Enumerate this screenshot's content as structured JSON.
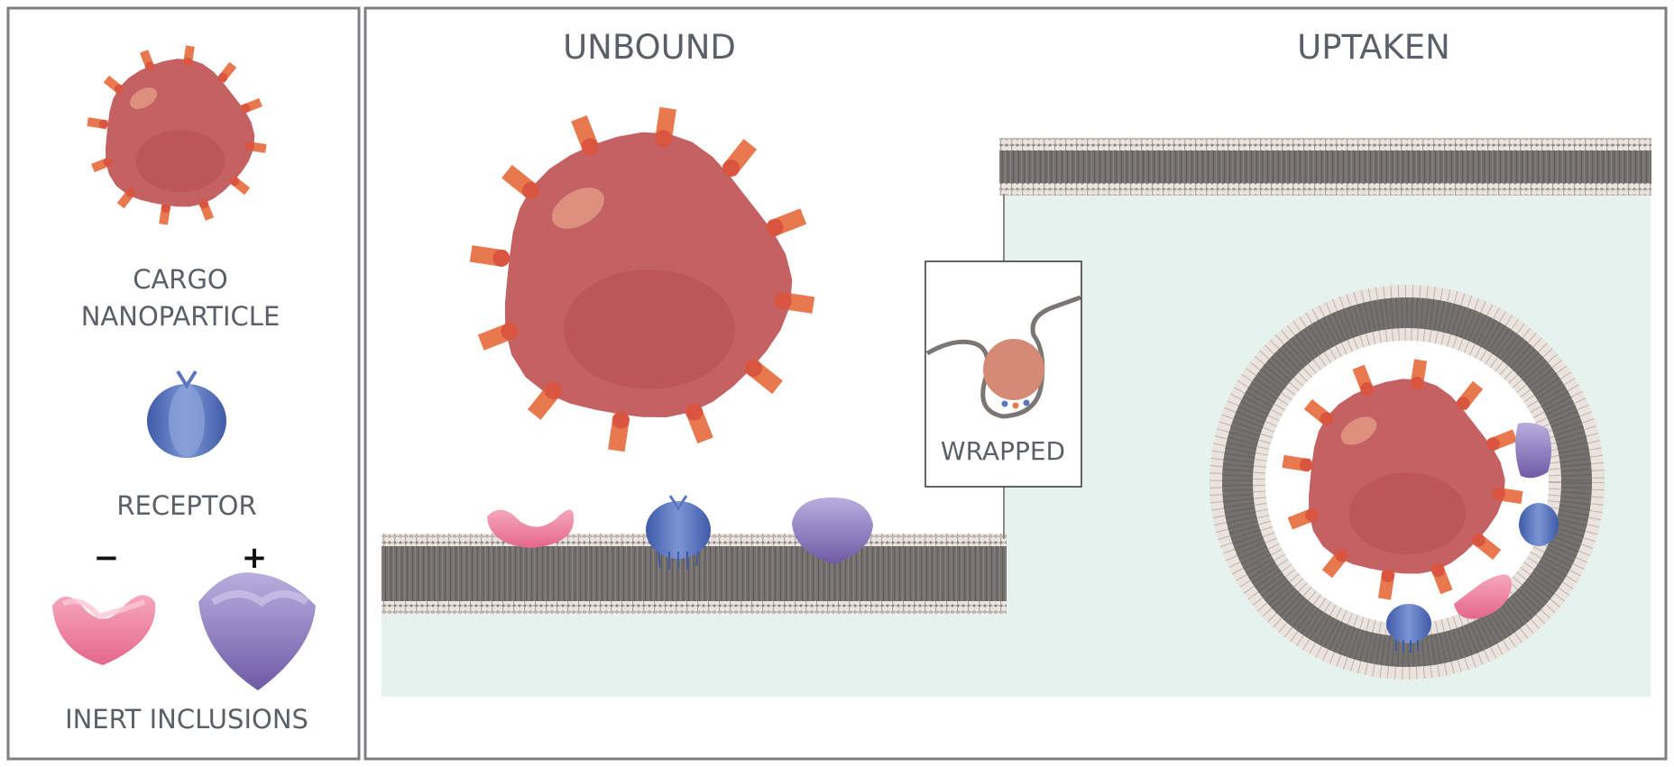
{
  "legend": {
    "cargo_line1": "CARGO",
    "cargo_line2": "NANOPARTICLE",
    "receptor": "RECEPTOR",
    "inclusions": "INERT INCLUSIONS",
    "minus": "−",
    "plus": "+"
  },
  "main": {
    "unbound": "UNBOUND",
    "uptaken": "UPTAKEN",
    "wrapped": "WRAPPED"
  },
  "colors": {
    "frame": "#7d7f83",
    "membrane": "#777370",
    "lipid_head": "#ece4df",
    "cytoplasm": "#e6f2ed",
    "particle": "#c46163",
    "particle_dark": "#b84f52",
    "ligand": "#e8794f",
    "receptor": "#5a76bd",
    "inclusion_negative": "#ee84a0",
    "inclusion_positive": "#8d7dc2",
    "text": "#5a5f68"
  }
}
